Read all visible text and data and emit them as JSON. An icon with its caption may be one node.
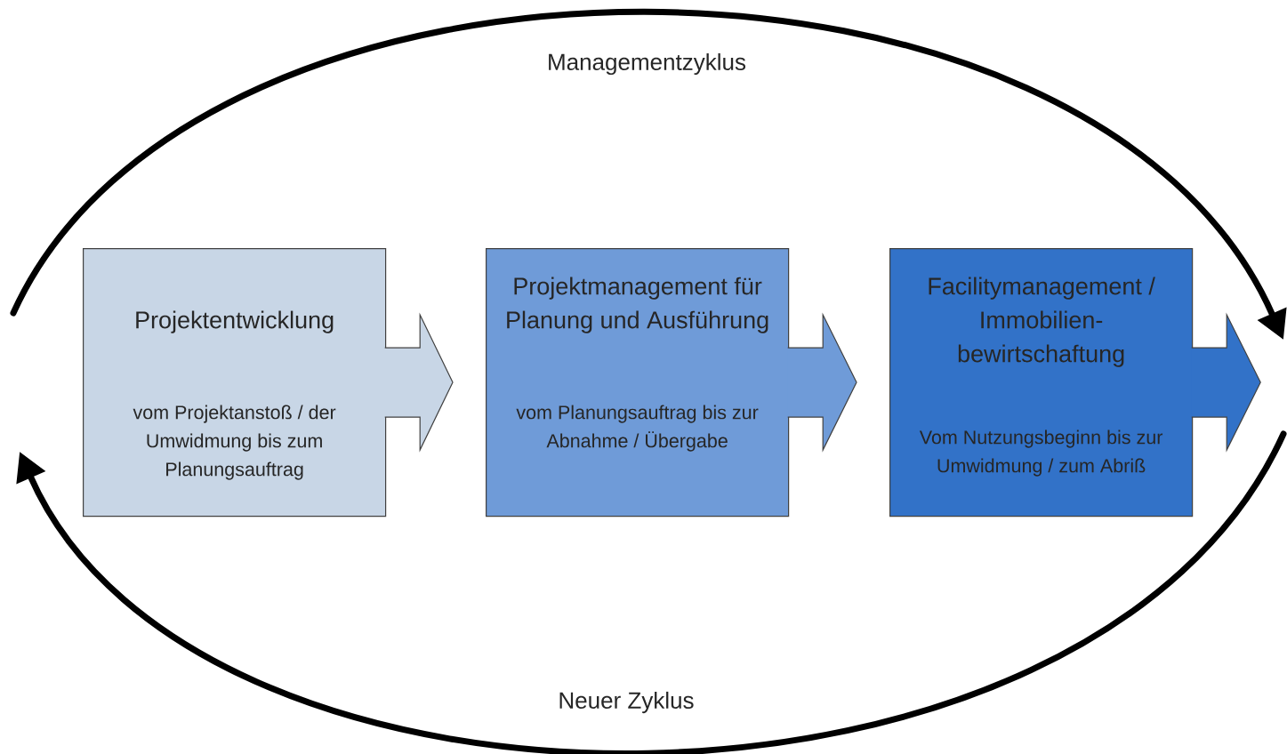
{
  "diagram": {
    "nodes": [
      {
        "text": [
          "Projektentwicklung",
          "vom Projektanstoß / der Umwidmung bis zum Planungsauftrag"
        ]
      },
      {
        "text": [
          "Projektmanagement für Planung und Ausführung",
          "vom Planungsauftrag bis zur Abnahme / Übergabe"
        ]
      },
      {
        "text": [
          "Facilitymanagement / Immobilien- bewirtschaftung",
          "Vom Nutzungsbeginn bis zur Umwidmung / zum Abriß"
        ]
      }
    ],
    "edges": [
      {
        "from": 0,
        "to": 1,
        "arrow": "to"
      },
      {
        "from": 1,
        "to": 2,
        "arrow": "to"
      },
      {
        "from": 2,
        "to": null,
        "arrow": "to"
      }
    ],
    "labels": [
      "Managementzyklus",
      "Neuer Zyklus"
    ]
  }
}
